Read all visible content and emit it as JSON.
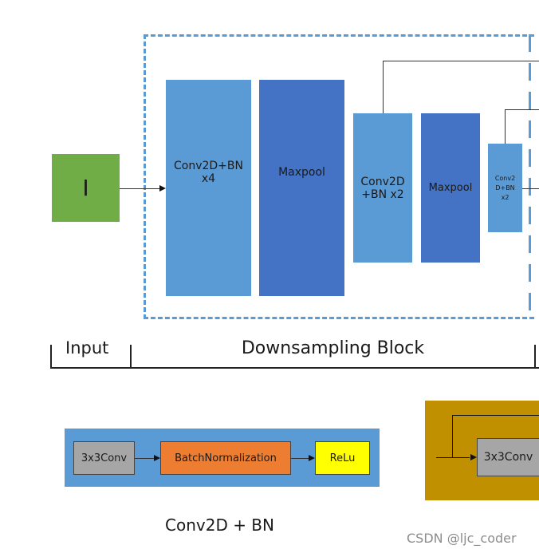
{
  "diagram": {
    "input_block": {
      "label": "I",
      "color": "#70ad47"
    },
    "downsampling": {
      "blocks": [
        {
          "label_line1": "Conv2D+BN",
          "label_line2": "x4",
          "color": "#5b9bd5"
        },
        {
          "label_line1": "Maxpool",
          "label_line2": "",
          "color": "#4472c4"
        },
        {
          "label_line1": "Conv2D",
          "label_line2": "+BN x2",
          "color": "#5b9bd5"
        },
        {
          "label_line1": "Maxpool",
          "label_line2": "",
          "color": "#4472c4"
        },
        {
          "label_line1": "Conv2",
          "label_line2": "D+BN",
          "label_line3": "x2",
          "color": "#5b9bd5"
        }
      ],
      "border_color": "#5b9bd5"
    },
    "section_labels": {
      "input": "Input",
      "downsampling": "Downsampling Block"
    },
    "conv_bn_detail": {
      "title": "Conv2D + BN",
      "background": "#5b9bd5",
      "steps": [
        {
          "label": "3x3Conv",
          "color": "#a6a6a6"
        },
        {
          "label": "BatchNormalization",
          "color": "#ed7d31"
        },
        {
          "label": "ReLu",
          "color": "#ffff00"
        }
      ]
    },
    "residual_detail": {
      "background": "#c09000",
      "step": {
        "label": "3x3Conv",
        "color": "#a6a6a6"
      }
    },
    "watermark": "CSDN @ljc_coder"
  }
}
